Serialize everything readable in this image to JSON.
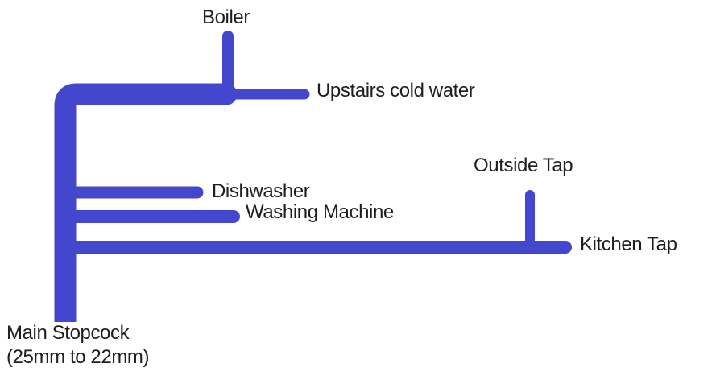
{
  "diagram": {
    "description": "Household cold-water plumbing pipe layout diagram",
    "pipe_color": "#4347cd",
    "text_color": "#1e1e1e",
    "background_color": "#ffffff",
    "nodes": [
      {
        "id": "boiler",
        "label": "Boiler"
      },
      {
        "id": "upstairs-cold-water",
        "label": "Upstairs cold water"
      },
      {
        "id": "dishwasher",
        "label": "Dishwasher"
      },
      {
        "id": "washing-machine",
        "label": "Washing Machine"
      },
      {
        "id": "outside-tap",
        "label": "Outside Tap"
      },
      {
        "id": "kitchen-tap",
        "label": "Kitchen Tap"
      },
      {
        "id": "main-stopcock",
        "label": "Main Stopcock",
        "sublabel": "(25mm to 22mm)"
      }
    ]
  }
}
